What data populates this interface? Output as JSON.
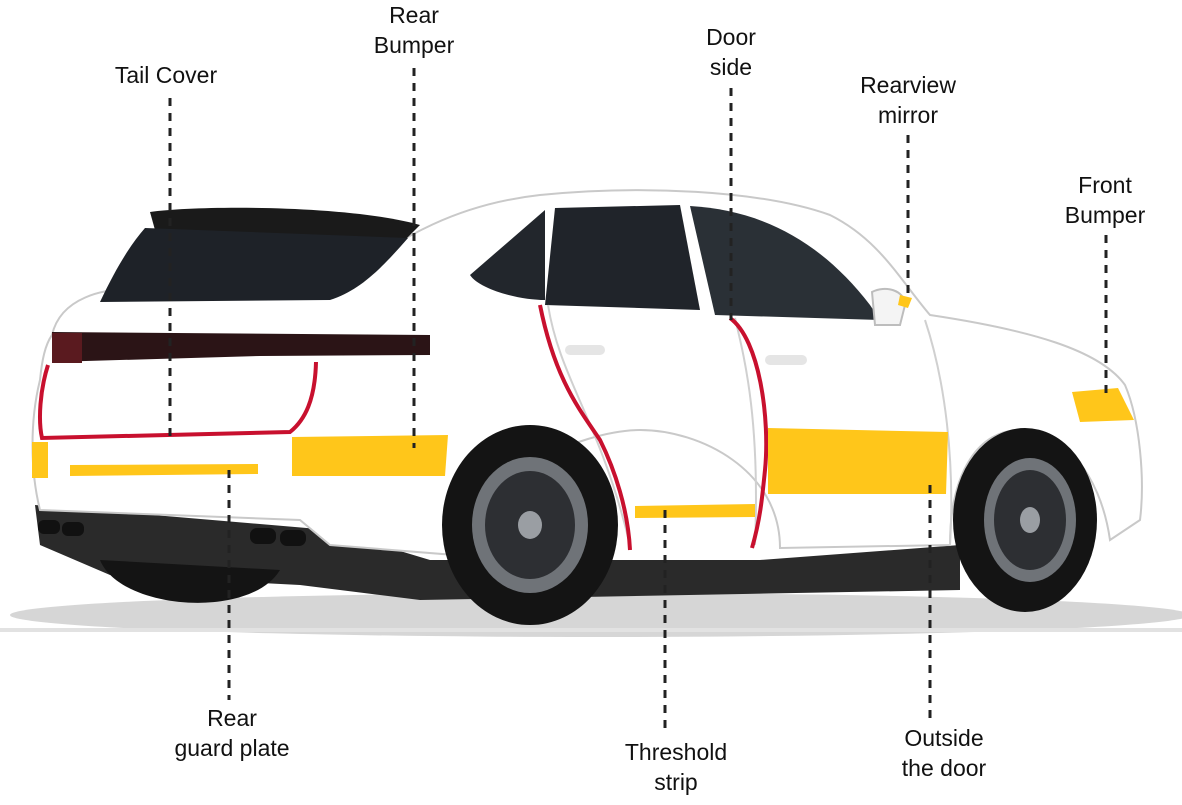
{
  "labels": {
    "tail_cover": {
      "lines": [
        "Tail Cover"
      ]
    },
    "rear_bumper": {
      "lines": [
        "Rear",
        "Bumper"
      ]
    },
    "door_side": {
      "lines": [
        "Door",
        "side"
      ]
    },
    "rearview_mirror": {
      "lines": [
        "Rearview",
        "mirror"
      ]
    },
    "front_bumper": {
      "lines": [
        "Front",
        "Bumper"
      ]
    },
    "rear_guard_plate": {
      "lines": [
        "Rear",
        "guard plate"
      ]
    },
    "threshold_strip": {
      "lines": [
        "Threshold",
        "strip"
      ]
    },
    "outside_door": {
      "lines": [
        "Outside",
        "the door"
      ]
    }
  },
  "colors": {
    "film_strip": "#FFC61A",
    "edge_guard": "#C8102E",
    "leader_line": "#222222",
    "car_body": "#FFFFFF",
    "glass": "#1E2228",
    "tyre": "#141414",
    "rim": "#6F7378"
  }
}
